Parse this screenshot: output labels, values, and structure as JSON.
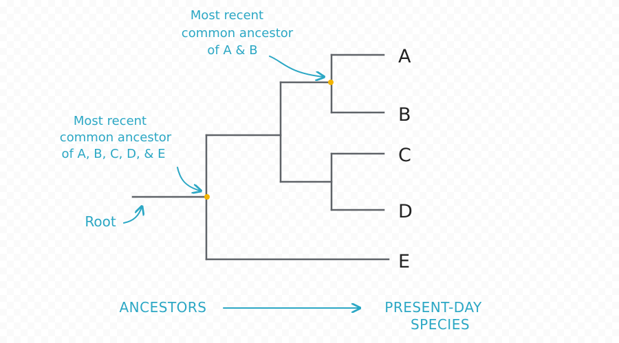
{
  "leaves": [
    "A",
    "B",
    "C",
    "D",
    "E"
  ],
  "annotations": {
    "mrca_ab": [
      "Most recent",
      "common ancestor",
      "of A & B"
    ],
    "mrca_all": [
      "Most recent",
      "common ancestor",
      "of A, B, C, D, & E"
    ],
    "root": "Root"
  },
  "time_axis": {
    "start": "ANCESTORS",
    "end": [
      "PRESENT-DAY",
      "SPECIES"
    ]
  },
  "colors": {
    "annotation": "#2ba7c4",
    "branch": "#5f6368",
    "node": "#f2b400"
  }
}
